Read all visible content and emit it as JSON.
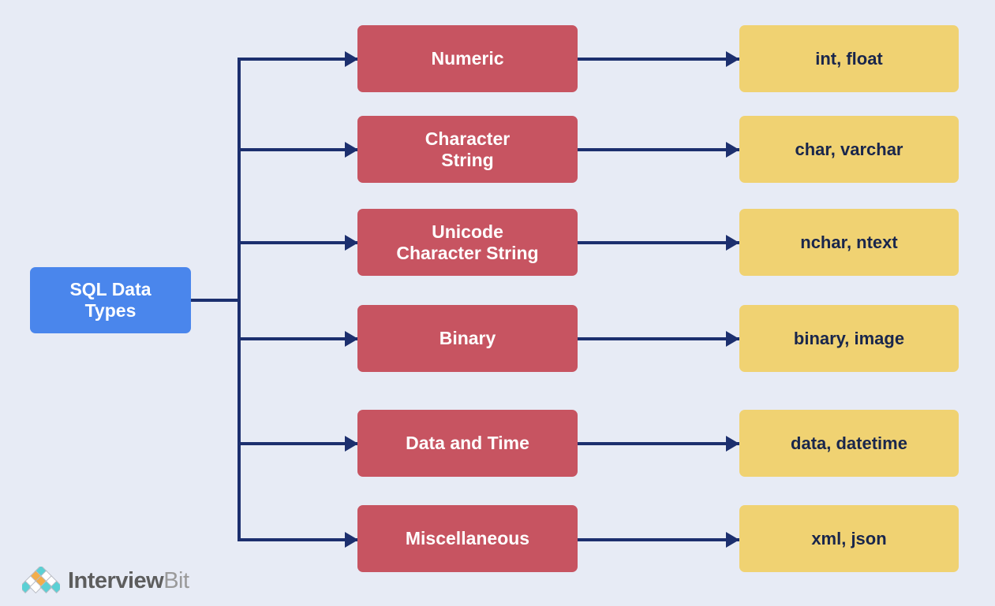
{
  "diagram": {
    "title": "SQL Data Types",
    "root": {
      "label": "SQL Data\nTypes"
    },
    "rows": [
      {
        "category": "Numeric",
        "examples": "int, float"
      },
      {
        "category": "Character\nString",
        "examples": "char, varchar"
      },
      {
        "category": "Unicode\nCharacter String",
        "examples": "nchar, ntext"
      },
      {
        "category": "Binary",
        "examples": "binary, image"
      },
      {
        "category": "Data and Time",
        "examples": "data, datetime"
      },
      {
        "category": "Miscellaneous",
        "examples": "xml, json"
      }
    ],
    "colors": {
      "background": "#e7ebf5",
      "root_box": "#4a86ec",
      "category_box": "#c75461",
      "value_box": "#f0d272",
      "connector": "#1c2f6e",
      "root_text": "#ffffff",
      "category_text": "#ffffff",
      "value_text": "#19264c"
    }
  },
  "branding": {
    "logo_name_bold": "Interview",
    "logo_name_light": "Bit",
    "logo_colors": {
      "teal": "#5bd0d4",
      "orange": "#f2ad4a",
      "white": "#ffffff",
      "outline": "#b9bcc4"
    }
  }
}
